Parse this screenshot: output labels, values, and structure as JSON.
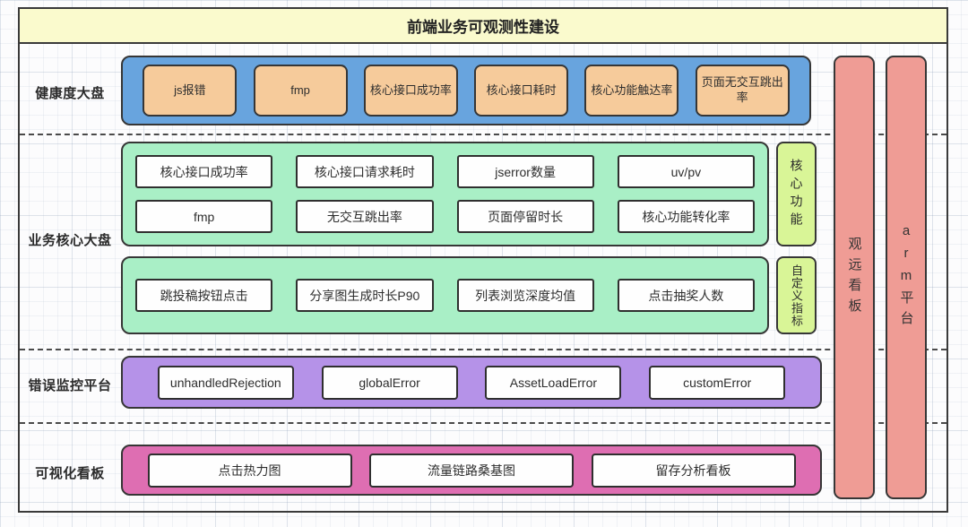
{
  "title": "前端业务可观测性建设",
  "rows": {
    "health": {
      "label": "健康度大盘",
      "items": [
        "js报错",
        "fmp",
        "核心接口成功率",
        "核心接口耗时",
        "核心功能触达率",
        "页面无交互跳出率"
      ]
    },
    "core": {
      "label": "业务核心大盘",
      "group1": {
        "tag": "核心功能",
        "row1": [
          "核心接口成功率",
          "核心接口请求耗时",
          "jserror数量",
          "uv/pv"
        ],
        "row2": [
          "fmp",
          "无交互跳出率",
          "页面停留时长",
          "核心功能转化率"
        ]
      },
      "group2": {
        "tag": "自定义指标",
        "row1": [
          "跳投稿按钮点击",
          "分享图生成时长P90",
          "列表浏览深度均值",
          "点击抽奖人数"
        ]
      }
    },
    "error": {
      "label": "错误监控平台",
      "items": [
        "unhandledRejection",
        "globalError",
        "AssetLoadError",
        "customError"
      ]
    },
    "visual": {
      "label": "可视化看板",
      "items": [
        "点击热力图",
        "流量链路桑基图",
        "留存分析看板"
      ]
    }
  },
  "sidebars": [
    "观远看板",
    "arm平台"
  ],
  "colors": {
    "title_bg": "#FAFACD",
    "health_container": "#68A4DE",
    "health_item": "#F6CB9B",
    "core_container": "#A9EFC6",
    "tag_bg": "#D9F597",
    "error_container": "#B592E8",
    "visual_container": "#DE6EB2",
    "sidebar_bg": "#EF9C95",
    "node_bg": "#FEFEFE",
    "border": "#363636"
  }
}
